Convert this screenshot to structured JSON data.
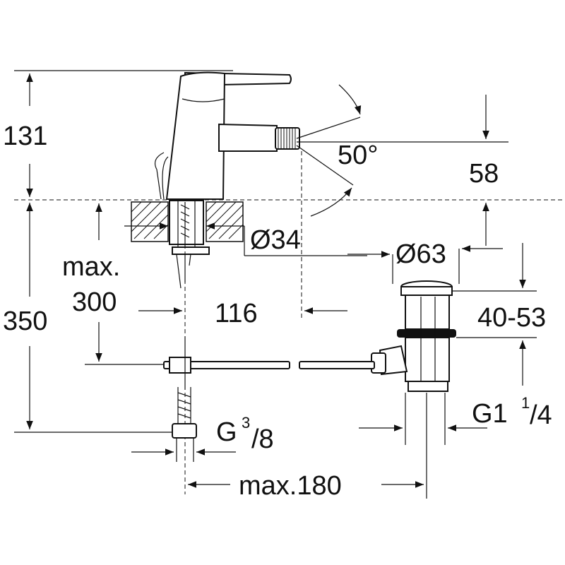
{
  "dimensions": {
    "height_top": "131",
    "height_total": "350",
    "spout_angle": "50°",
    "spout_height": "58",
    "hole_diameter": "Ø34",
    "waste_diameter": "Ø63",
    "max_label": "max.",
    "max_depth": "300",
    "offset": "116",
    "waste_range": "40-53",
    "inlet_thread_base": "G",
    "inlet_thread_num": "3",
    "inlet_thread_den": "/8",
    "waste_thread_base": "G1",
    "waste_thread_num": "1",
    "waste_thread_den": "/4",
    "max_width": "max.180"
  },
  "colors": {
    "line": "#111111",
    "background": "#ffffff"
  }
}
